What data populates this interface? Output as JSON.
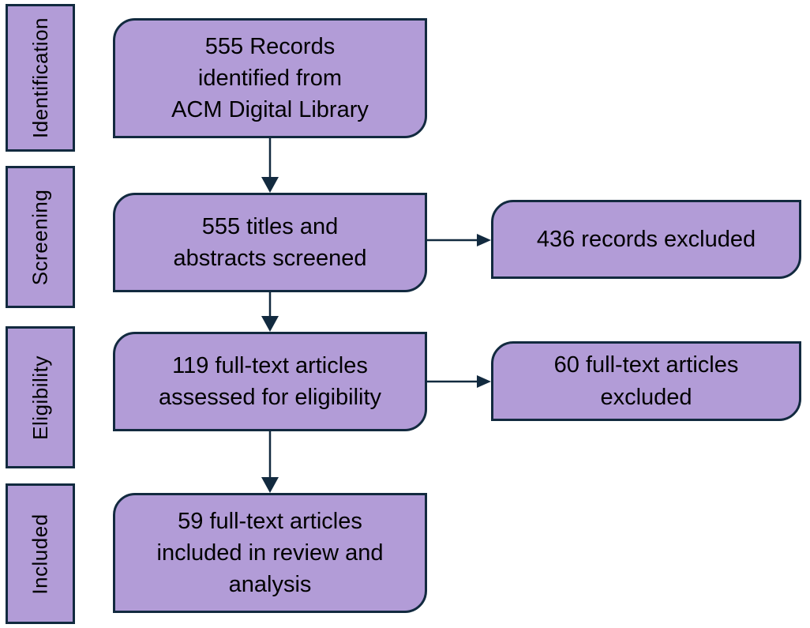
{
  "colors": {
    "background": "#FFFFFF",
    "box_fill": "#B29CD7",
    "box_border": "#122A3F",
    "arrow": "#122A3F",
    "text": "#000000"
  },
  "stages": [
    {
      "label": "Identification"
    },
    {
      "label": "Screening"
    },
    {
      "label": "Eligibility"
    },
    {
      "label": "Included"
    }
  ],
  "flow_boxes": [
    {
      "text": "555 Records\nidentified from\nACM Digital Library"
    },
    {
      "text": "555 titles and\nabstracts screened"
    },
    {
      "text": "119 full-text articles\nassessed for eligibility"
    },
    {
      "text": "59 full-text articles\nincluded in review and\nanalysis"
    }
  ],
  "exclusion_boxes": [
    {
      "text": "436 records excluded"
    },
    {
      "text": "60 full-text articles\nexcluded"
    }
  ]
}
